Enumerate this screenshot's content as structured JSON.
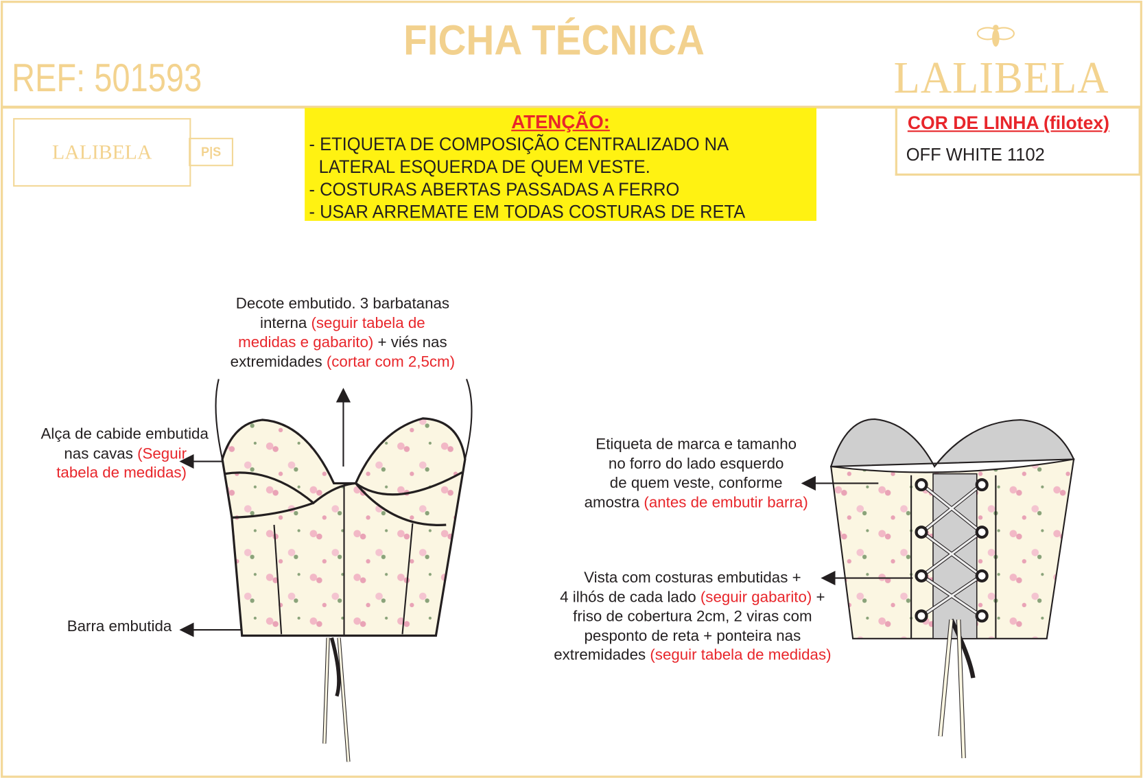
{
  "header": {
    "title": "FICHA TÉCNICA",
    "ref": "REF: 501593",
    "brand": "LALIBELA"
  },
  "label": {
    "brand": "LALIBELA",
    "size": "P|S"
  },
  "attention": {
    "title": "ATENÇÃO:",
    "lines": [
      "- ETIQUETA DE COMPOSIÇÃO CENTRALIZADO NA",
      "  LATERAL ESQUERDA DE QUEM VESTE.",
      "- COSTURAS ABERTAS PASSADAS A FERRO",
      "- USAR ARREMATE EM TODAS COSTURAS DE RETA"
    ]
  },
  "thread": {
    "title": "COR DE LINHA (filotex)",
    "value": "OFF WHITE 1102"
  },
  "notes": {
    "decote": {
      "l1": "Decote embutido. 3 barbatanas",
      "l2a": "interna ",
      "l2b": "(seguir tabela de",
      "l3a": "medidas e gabarito)",
      "l3b": " + viés nas",
      "l4a": "extremidades ",
      "l4b": "(cortar com 2,5cm)"
    },
    "alca": {
      "l1": "Alça de cabide embutida",
      "l2a": "nas cavas ",
      "l2b": "(Seguir",
      "l3": "tabela de medidas)"
    },
    "barra": {
      "l1": "Barra embutida"
    },
    "etiqueta": {
      "l1": "Etiqueta de marca e tamanho",
      "l2": "no forro do lado esquerdo",
      "l3": "de quem veste, conforme",
      "l4a": "amostra ",
      "l4b": "(antes de embutir barra)"
    },
    "vista": {
      "l1": "Vista com costuras embutidas +",
      "l2a": "4 ilhós de cada lado ",
      "l2b": "(seguir gabarito)",
      "l2c": " +",
      "l3": "friso de cobertura 2cm, 2 viras com",
      "l4": "pesponto de reta + ponteira nas",
      "l5a": "extremidades ",
      "l5b": "(seguir tabela de medidas)"
    }
  },
  "colors": {
    "gold": "#f3d898",
    "yellow": "#fff212",
    "red": "#e8262b"
  }
}
